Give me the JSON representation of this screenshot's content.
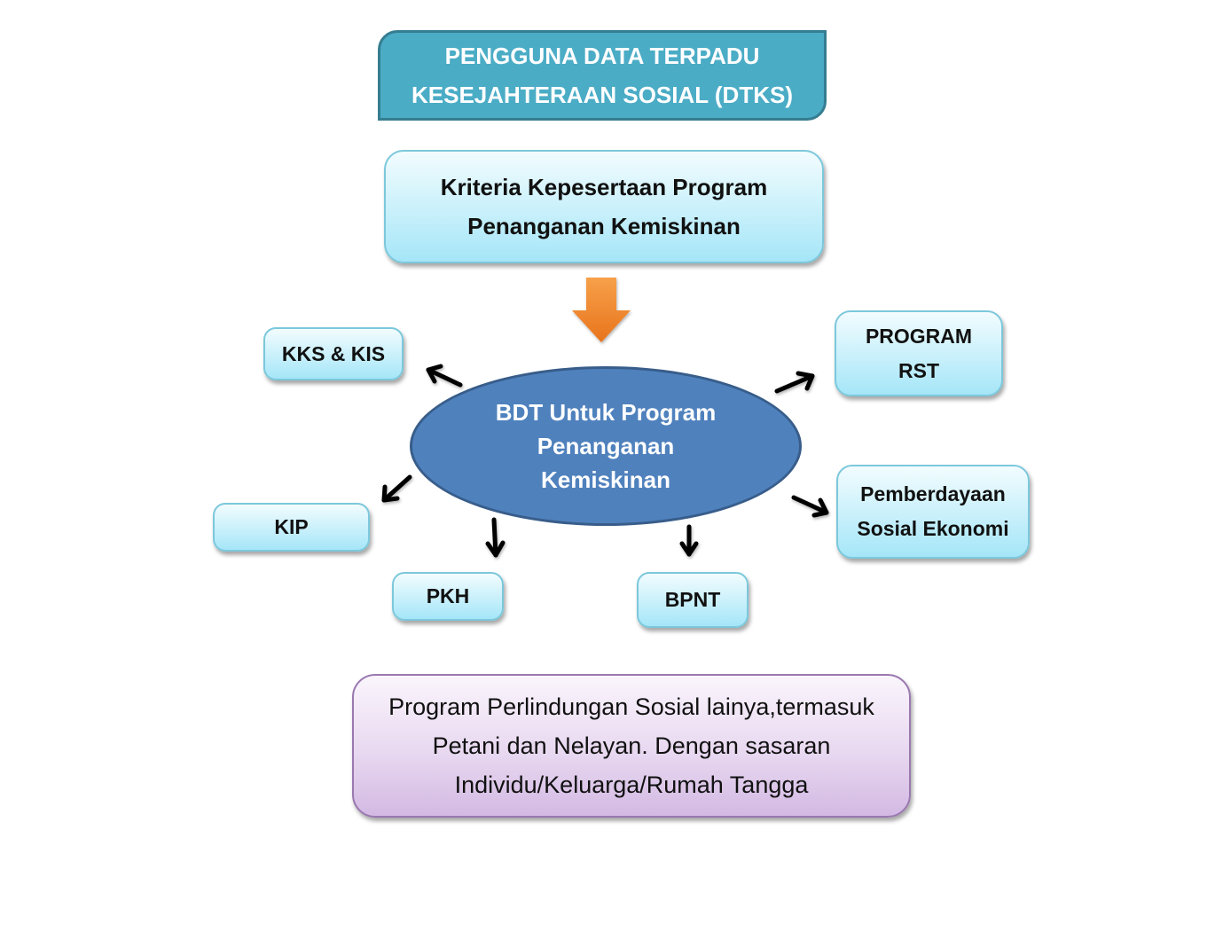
{
  "title": {
    "lines": [
      "PENGGUNA DATA TERPADU",
      "KESEJAHTERAAN SOSIAL (DTKS)"
    ],
    "fill_color": "#4bacc6",
    "text_color": "#ffffff"
  },
  "criteria": {
    "lines": [
      "Kriteria Kepesertaan Program",
      "Penanganan Kemiskinan"
    ]
  },
  "down_arrow": {
    "icon": "orange-down-arrow-icon",
    "color": "#f0882a"
  },
  "center": {
    "lines": [
      "BDT Untuk Program",
      "Penanganan",
      "Kemiskinan"
    ],
    "fill_color": "#4f81bd"
  },
  "programs": [
    {
      "id": "kks",
      "lines": [
        "KKS & KIS"
      ]
    },
    {
      "id": "rst",
      "lines": [
        "PROGRAM",
        "RST"
      ]
    },
    {
      "id": "pemberdayaan",
      "lines": [
        "Pemberdayaan",
        "Sosial Ekonomi"
      ]
    },
    {
      "id": "kip",
      "lines": [
        "KIP"
      ]
    },
    {
      "id": "pkh",
      "lines": [
        "PKH"
      ]
    },
    {
      "id": "bpnt",
      "lines": [
        "BPNT"
      ]
    }
  ],
  "footer": {
    "lines": [
      "Program Perlindungan Sosial lainya,termasuk",
      "Petani dan Nelayan. Dengan sasaran",
      "Individu/Keluarga/Rumah Tangga"
    ]
  }
}
